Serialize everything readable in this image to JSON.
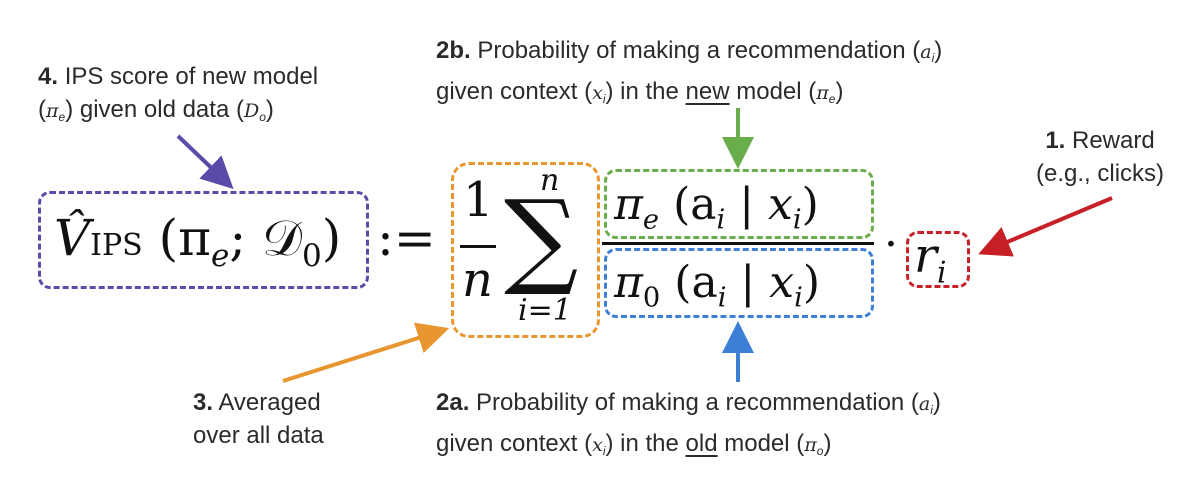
{
  "colors": {
    "purple": "#5b4aa8",
    "orange": "#e8962f",
    "green": "#6aad4b",
    "blue": "#3d7fd6",
    "red": "#c72127"
  },
  "annotations": {
    "ips": {
      "num": "4.",
      "line1": "IPS score of new model",
      "line2_a": "(",
      "pi": "π",
      "pi_sub": "e",
      "line2_b": ") given old data (",
      "D": "D",
      "D_sub": "o",
      "line2_c": ")"
    },
    "new_prob": {
      "num": "2b.",
      "line1": "Probability of making a recommendation (",
      "a": "a",
      "a_sub": "i",
      "line1_end": ")",
      "line2_a": "given context (",
      "x": "x",
      "x_sub": "i",
      "line2_b": ") in the ",
      "underlined": "new",
      "line2_c": " model (",
      "pi": "π",
      "pi_sub": "e",
      "line2_d": ")"
    },
    "reward": {
      "num": "1.",
      "line1": "Reward",
      "line2": "(e.g., clicks)"
    },
    "average": {
      "num": "3.",
      "line1": "Averaged",
      "line2": "over all data"
    },
    "old_prob": {
      "num": "2a.",
      "line1": "Probability of making a recommendation (",
      "a": "a",
      "a_sub": "i",
      "line1_end": ")",
      "line2_a": "given context (",
      "x": "x",
      "x_sub": "i",
      "line2_b": ") in the ",
      "underlined": "old",
      "line2_c": " model (",
      "pi": "π",
      "pi_sub": "o",
      "line2_d": ")"
    }
  },
  "formula": {
    "v_hat": "V̂",
    "v_sub": "IPS",
    "lhs_args": "(π",
    "lhs_pi_sub": "e",
    "lhs_sep": "; 𝒟",
    "lhs_d_sub": "0",
    "lhs_close": ")",
    "assign": ":=",
    "one": "1",
    "n_denom": "n",
    "sum_symbol": "∑",
    "sum_upper": "n",
    "sum_lower": "i=1",
    "num_pi": "π",
    "num_pi_sub": "e",
    "num_args_open": "(a",
    "num_a_sub": "i",
    "num_bar": "|",
    "num_x": "x",
    "num_x_sub": "i",
    "num_close": ")",
    "den_pi": "π",
    "den_pi_sub": "0",
    "den_args_open": "(a",
    "den_a_sub": "i",
    "den_bar": "|",
    "den_x": "x",
    "den_x_sub": "i",
    "den_close": ")",
    "dot": "·",
    "r": "r",
    "r_sub": "i"
  }
}
